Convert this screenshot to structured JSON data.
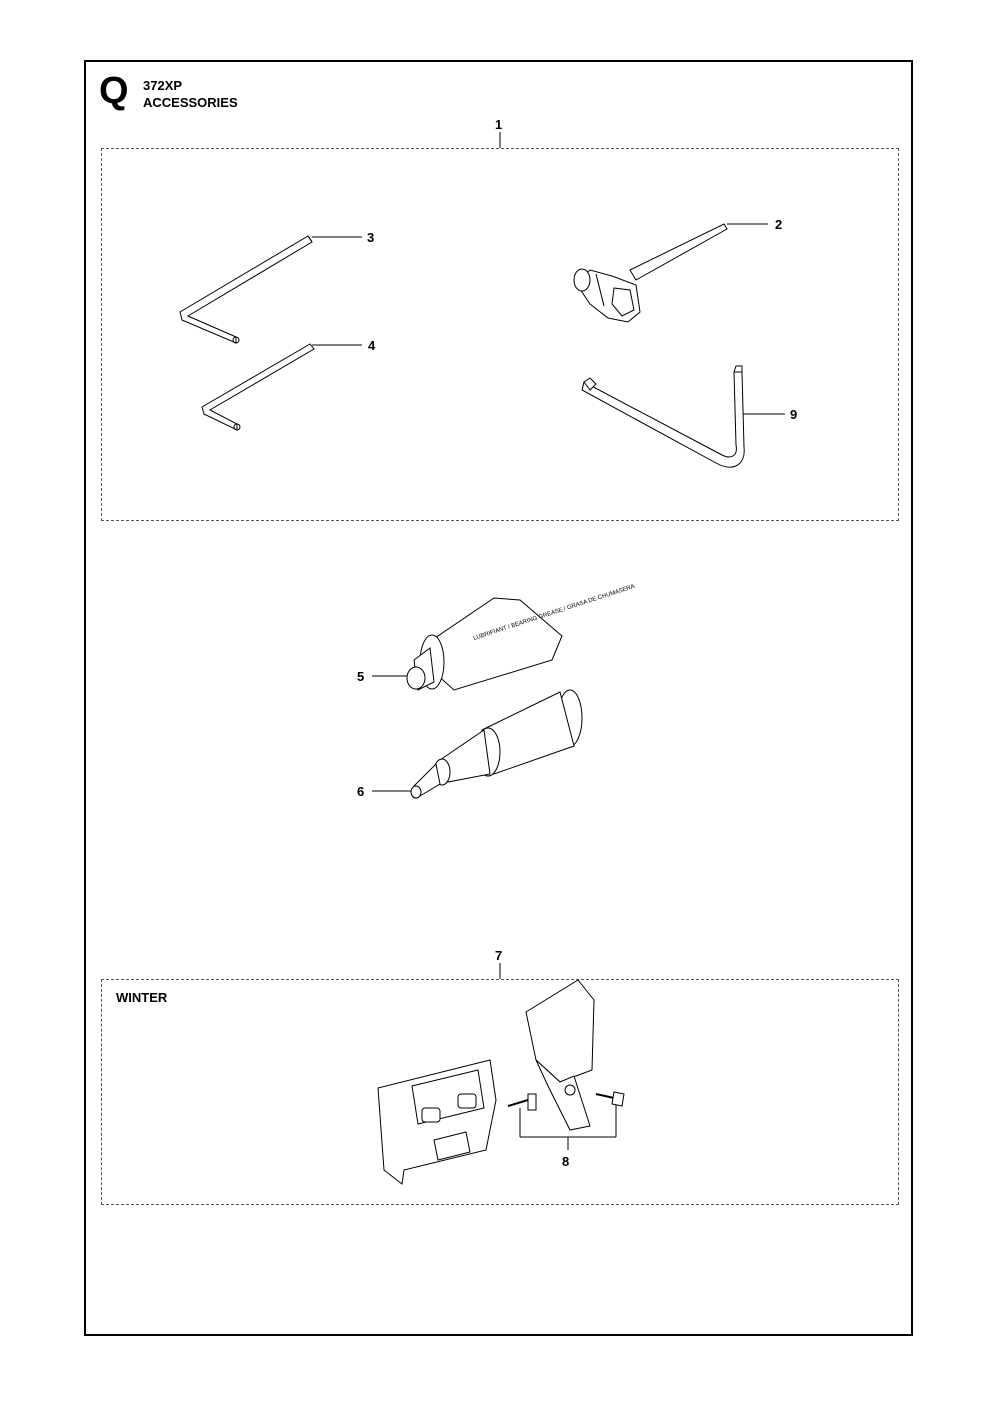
{
  "header": {
    "section_letter": "Q",
    "model": "372XP",
    "title": "ACCESSORIES"
  },
  "groups": {
    "winter_label": "WINTER"
  },
  "callouts": {
    "c1": "1",
    "c2": "2",
    "c3": "3",
    "c4": "4",
    "c5": "5",
    "c6": "6",
    "c7": "7",
    "c8": "8",
    "c9": "9"
  },
  "parts": {
    "tube_label": "LUBRIFIANT / BEARING GREASE / GRASA DE CHUMASERA"
  }
}
